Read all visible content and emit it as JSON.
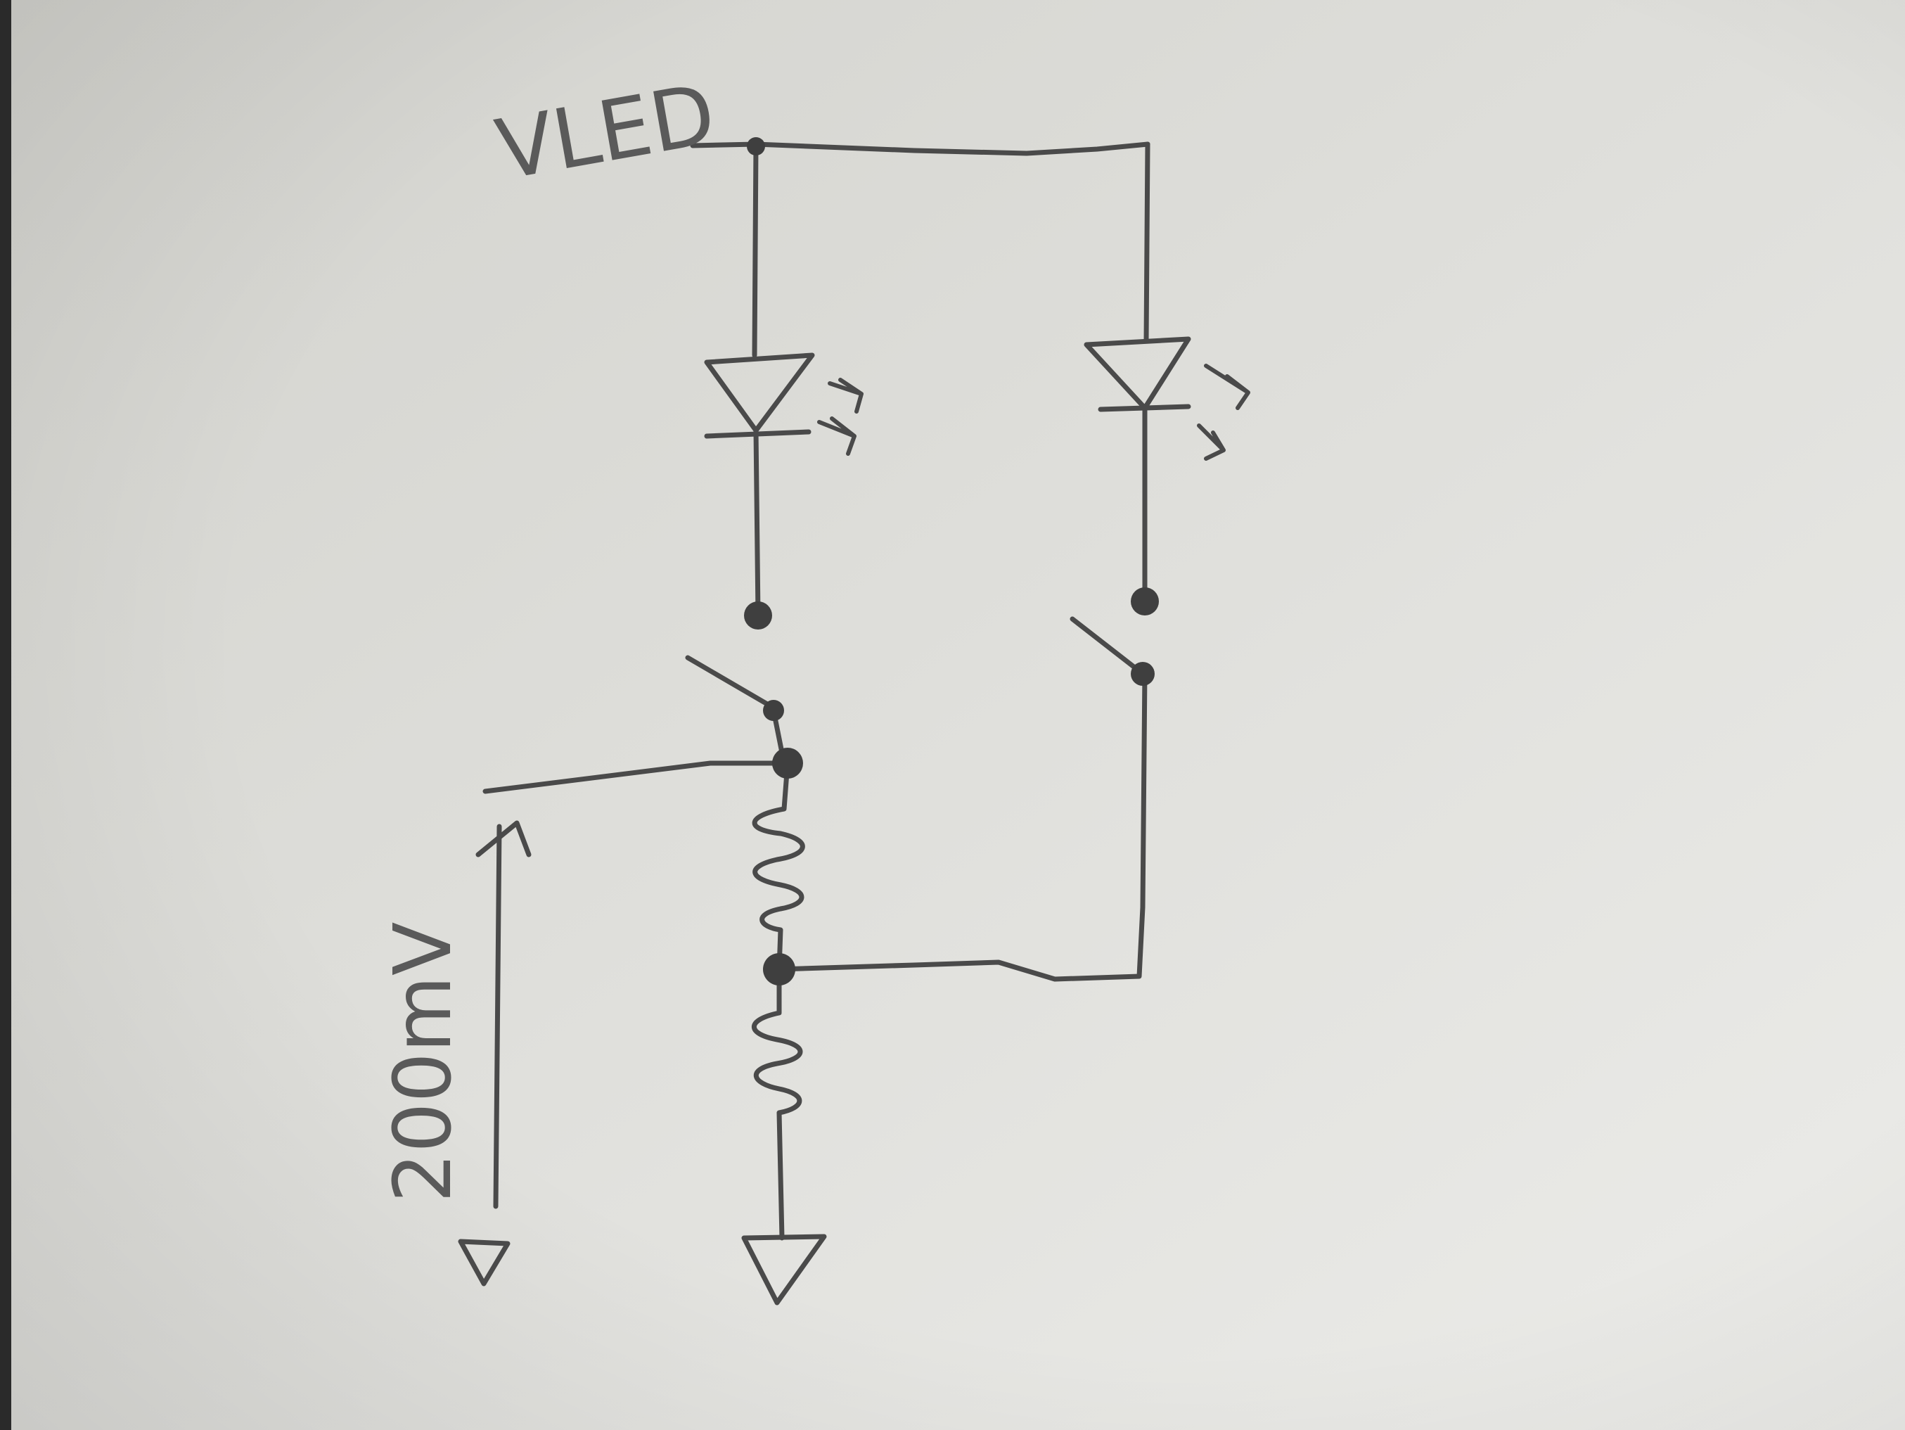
{
  "diagram": {
    "type": "hand-drawn circuit schematic",
    "supply_label": "VLED",
    "voltage_label": "200mV",
    "colors": {
      "paper_light": "#e6e6e3",
      "paper_shadow": "#b8b8b4",
      "pencil": "#4a4a4a",
      "label": "#5a5a5a"
    },
    "components": [
      {
        "name": "led-1",
        "kind": "light-emitting diode"
      },
      {
        "name": "led-2",
        "kind": "light-emitting diode"
      },
      {
        "name": "switch-1",
        "kind": "switch (open)"
      },
      {
        "name": "switch-2",
        "kind": "switch (open)"
      },
      {
        "name": "resistor-1",
        "kind": "resistor"
      },
      {
        "name": "resistor-2",
        "kind": "resistor"
      },
      {
        "name": "ground-main",
        "kind": "ground"
      },
      {
        "name": "ground-ref",
        "kind": "ground"
      }
    ]
  }
}
